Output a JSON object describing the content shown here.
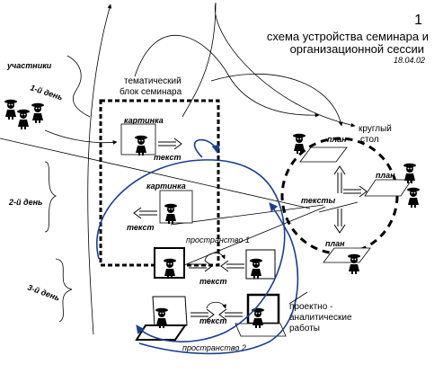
{
  "header": {
    "number": "1",
    "title_line1": "схема устройства семинара и",
    "title_line2": "организационной сессии",
    "date": "18.04.02"
  },
  "labels": {
    "participants": "участники",
    "day1": "1-й день",
    "day2": "2-й день",
    "day3": "3-й день",
    "thematic_block_line1": "тематический",
    "thematic_block_line2": "блок семинара",
    "picture_1": "картинка",
    "picture_2": "картинка",
    "text_1": "текст",
    "text_2": "текст",
    "text_3": "текст",
    "text_4": "текст",
    "texts": "тексты",
    "space_1": "пространство 1",
    "space_2": "пространство 2",
    "round_table_line1": "круглый",
    "round_table_line2": "стол",
    "plan_1": "план",
    "plan_2": "план",
    "plan_3": "план",
    "project_work_line1": "проектно    -",
    "project_work_line2": "аналитические",
    "project_work_line3": "работы"
  },
  "colors": {
    "ink": "#000000",
    "accent_blue": "#1c3f8c"
  },
  "icons": {
    "person": "person-icon",
    "arrow": "double-arrow-icon",
    "rotate": "rotate-arrow-icon"
  }
}
